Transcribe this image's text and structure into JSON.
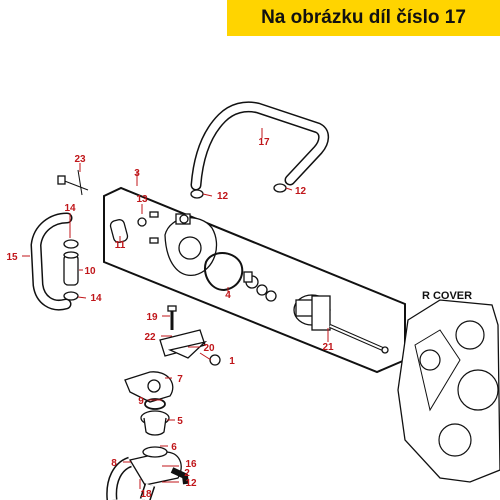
{
  "banner": {
    "text": "Na obrázku díl číslo 17",
    "bg_color": "#ffd400"
  },
  "label_color": "#c0161a",
  "r_cover_label": "R COVER",
  "callouts": [
    "1",
    "2",
    "3",
    "4",
    "5",
    "6",
    "7",
    "8",
    "9",
    "10",
    "11",
    "12",
    "12",
    "12",
    "13",
    "14",
    "14",
    "15",
    "16",
    "17",
    "18",
    "19",
    "20",
    "21",
    "22",
    "23"
  ]
}
